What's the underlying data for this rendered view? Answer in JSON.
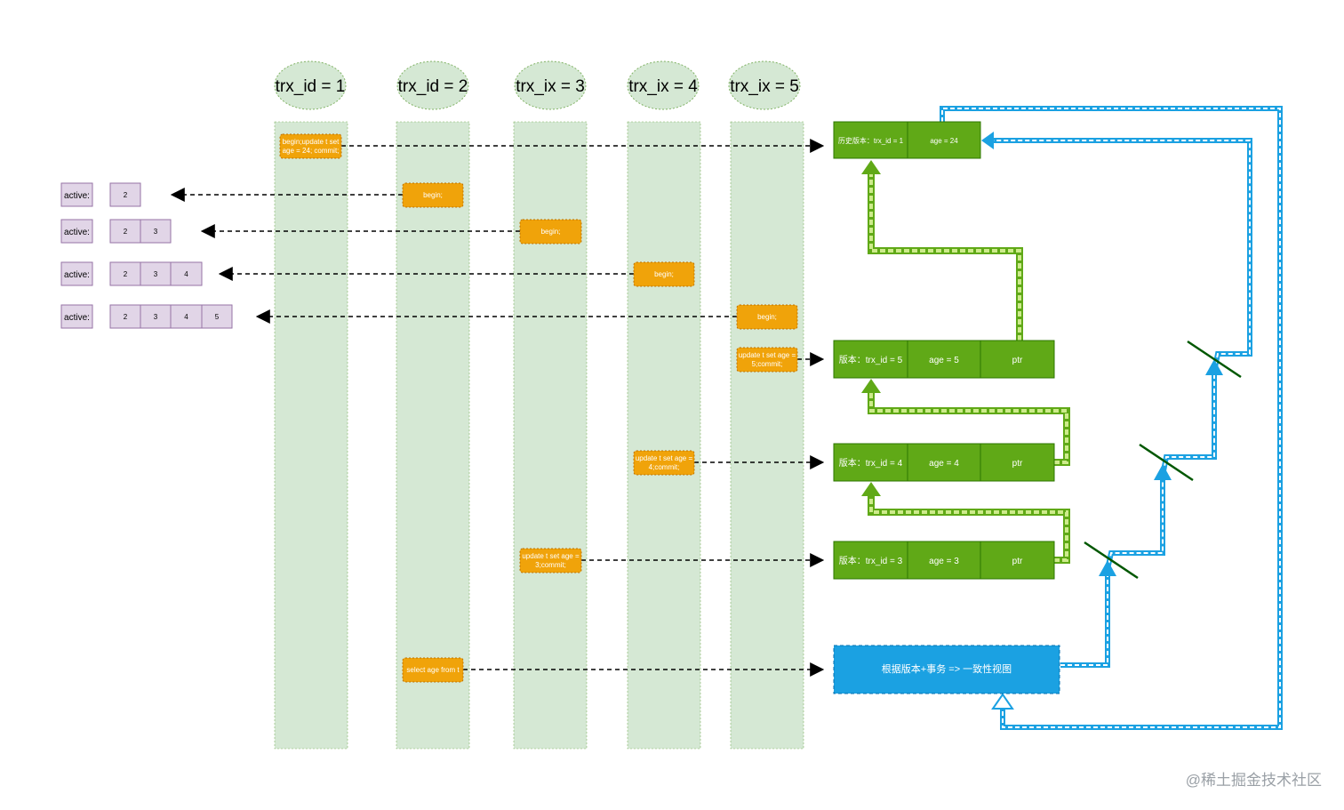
{
  "transactions": [
    {
      "label": "trx_id = 1"
    },
    {
      "label": "trx_id = 2"
    },
    {
      "label": "trx_ix = 3"
    },
    {
      "label": "trx_ix = 4"
    },
    {
      "label": "trx_ix = 5"
    }
  ],
  "operations": [
    {
      "lines": [
        "begin;update t set",
        "age = 24; commit;"
      ]
    },
    {
      "lines": [
        "begin;"
      ]
    },
    {
      "lines": [
        "begin;"
      ]
    },
    {
      "lines": [
        "begin;"
      ]
    },
    {
      "lines": [
        "begin;"
      ]
    },
    {
      "lines": [
        "update t set age =",
        "5;commit;"
      ]
    },
    {
      "lines": [
        "update t set age =",
        "4;commit;"
      ]
    },
    {
      "lines": [
        "update t set age =",
        "3;commit;"
      ]
    },
    {
      "lines": [
        "select age from t"
      ]
    }
  ],
  "active_lists": [
    {
      "label": "active:",
      "ids": [
        "2"
      ]
    },
    {
      "label": "active:",
      "ids": [
        "2",
        "3"
      ]
    },
    {
      "label": "active:",
      "ids": [
        "2",
        "3",
        "4"
      ]
    },
    {
      "label": "active:",
      "ids": [
        "2",
        "3",
        "4",
        "5"
      ]
    }
  ],
  "versions": [
    {
      "version": "历史版本：trx_id = 1",
      "age": "age = 24",
      "ptr": ""
    },
    {
      "version": "版本：trx_id = 5",
      "age": "age = 5",
      "ptr": "ptr"
    },
    {
      "version": "版本：trx_id = 4",
      "age": "age = 4",
      "ptr": "ptr"
    },
    {
      "version": "版本：trx_id = 3",
      "age": "age = 3",
      "ptr": "ptr"
    }
  ],
  "consistent_view": {
    "label": "根据版本+事务 => 一致性视图"
  },
  "watermark": "@稀土掘金技术社区",
  "colors": {
    "lane": "#d5e8d4",
    "lane_border": "#82b366",
    "op": "#f0a30a",
    "version_fill": "#60a917",
    "version_border": "#2d7600",
    "active_fill": "#e1d5e7",
    "active_border": "#9673a6",
    "view_fill": "#1ba1e2",
    "arrow_blue": "#1ba1e2",
    "arrow_green": "#60a917",
    "strike": "#005700"
  }
}
